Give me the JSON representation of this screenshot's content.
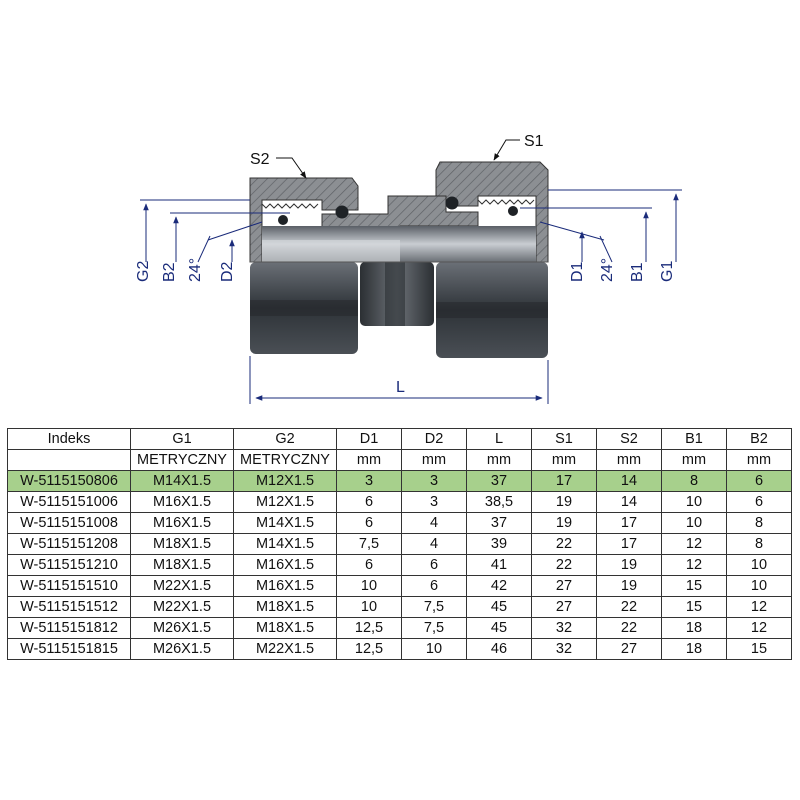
{
  "drawing": {
    "labels": {
      "s1": "S1",
      "s2": "S2",
      "g2": "G2",
      "b2": "B2",
      "angle_left": "24°",
      "d2": "D2",
      "d1": "D1",
      "angle_right": "24°",
      "b1": "B1",
      "g1": "G1",
      "l": "L"
    },
    "colors": {
      "dimension_text": "#1a2b7a",
      "body_dark": "#3a3f45",
      "section_hatch": "#8c8f93",
      "highlight_row": "#a7d08c"
    }
  },
  "table": {
    "headers": [
      "Indeks",
      "G1",
      "G2",
      "D1",
      "D2",
      "L",
      "S1",
      "S2",
      "B1",
      "B2"
    ],
    "units": [
      "",
      "METRYCZNY",
      "METRYCZNY",
      "mm",
      "mm",
      "mm",
      "mm",
      "mm",
      "mm",
      "mm"
    ],
    "rows": [
      [
        "W-5115150806",
        "M14X1.5",
        "M12X1.5",
        "3",
        "3",
        "37",
        "17",
        "14",
        "8",
        "6"
      ],
      [
        "W-5115151006",
        "M16X1.5",
        "M12X1.5",
        "6",
        "3",
        "38,5",
        "19",
        "14",
        "10",
        "6"
      ],
      [
        "W-5115151008",
        "M16X1.5",
        "M14X1.5",
        "6",
        "4",
        "37",
        "19",
        "17",
        "10",
        "8"
      ],
      [
        "W-5115151208",
        "M18X1.5",
        "M14X1.5",
        "7,5",
        "4",
        "39",
        "22",
        "17",
        "12",
        "8"
      ],
      [
        "W-5115151210",
        "M18X1.5",
        "M16X1.5",
        "6",
        "6",
        "41",
        "22",
        "19",
        "12",
        "10"
      ],
      [
        "W-5115151510",
        "M22X1.5",
        "M16X1.5",
        "10",
        "6",
        "42",
        "27",
        "19",
        "15",
        "10"
      ],
      [
        "W-5115151512",
        "M22X1.5",
        "M18X1.5",
        "10",
        "7,5",
        "45",
        "27",
        "22",
        "15",
        "12"
      ],
      [
        "W-5115151812",
        "M26X1.5",
        "M18X1.5",
        "12,5",
        "7,5",
        "45",
        "32",
        "22",
        "18",
        "12"
      ],
      [
        "W-5115151815",
        "M26X1.5",
        "M22X1.5",
        "12,5",
        "10",
        "46",
        "32",
        "27",
        "18",
        "15"
      ]
    ],
    "highlighted_row": 0
  }
}
